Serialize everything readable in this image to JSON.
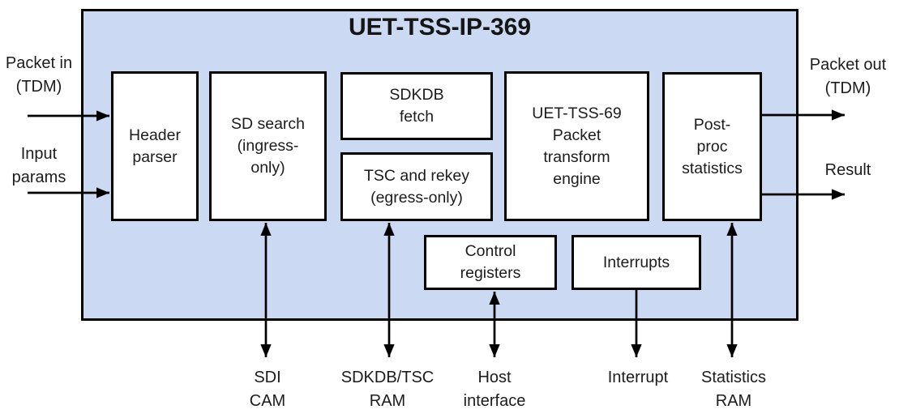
{
  "diagram": {
    "title": "UET-TSS-IP-369",
    "colors": {
      "container_fill": "#ccd9f3",
      "block_fill": "#ffffff",
      "border": "#000000"
    },
    "blocks": [
      {
        "label": "Header\nparser"
      },
      {
        "label": "SD search\n(ingress-\nonly)"
      },
      {
        "label": "SDKDB\nfetch"
      },
      {
        "label": "TSC and rekey\n(egress-only)"
      },
      {
        "label": "UET-TSS-69\nPacket\ntransform\nengine"
      },
      {
        "label": "Post-\nproc\nstatistics"
      },
      {
        "label": "Control\nregisters"
      },
      {
        "label": "Interrupts"
      }
    ],
    "left_ports": [
      {
        "label": "Packet in\n(TDM)"
      },
      {
        "label": "Input\nparams"
      }
    ],
    "right_ports": [
      {
        "label": "Packet out\n(TDM)"
      },
      {
        "label": "Result"
      }
    ],
    "bottom_ports": [
      {
        "label": "SDI\nCAM"
      },
      {
        "label": "SDKDB/TSC\nRAM"
      },
      {
        "label": "Host\ninterface"
      },
      {
        "label": "Interrupt"
      },
      {
        "label": "Statistics\nRAM"
      }
    ]
  }
}
